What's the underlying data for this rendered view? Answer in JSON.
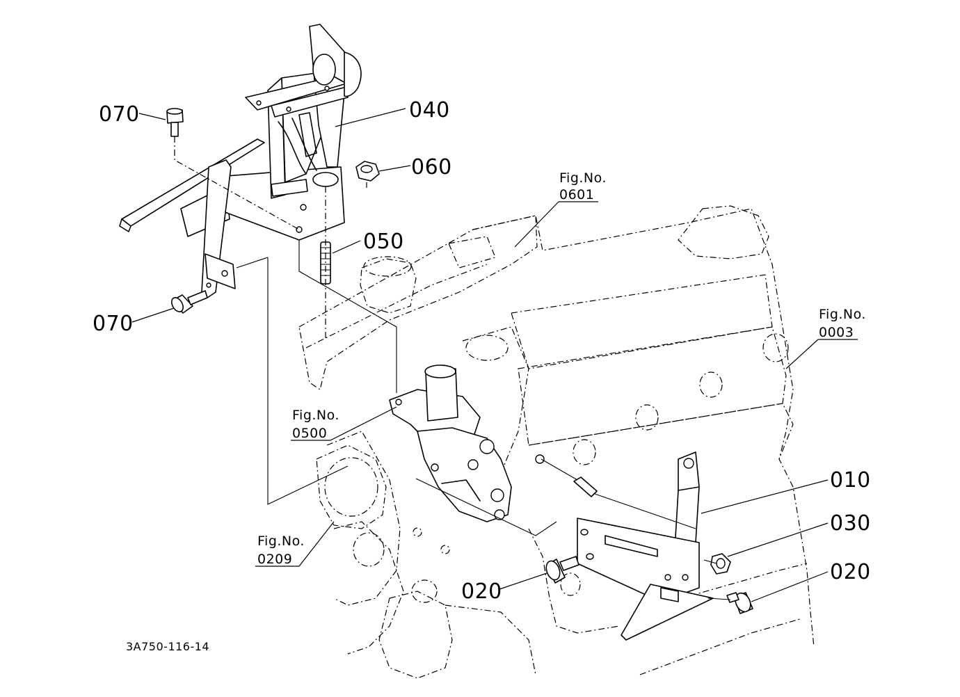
{
  "callouts": {
    "c070_top": "070",
    "c040": "040",
    "c060": "060",
    "c050": "050",
    "c070_bottom": "070",
    "c010": "010",
    "c030": "030",
    "c020_left": "020",
    "c020_right": "020"
  },
  "figure_refs": {
    "f0601": {
      "label": "Fig.No.",
      "number": "0601"
    },
    "f0003": {
      "label": "Fig.No.",
      "number": "0003"
    },
    "f0500": {
      "label": "Fig.No.",
      "number": "0500"
    },
    "f0209": {
      "label": "Fig.No.",
      "number": "0209"
    }
  },
  "drawing_code": "3A750-116-14"
}
